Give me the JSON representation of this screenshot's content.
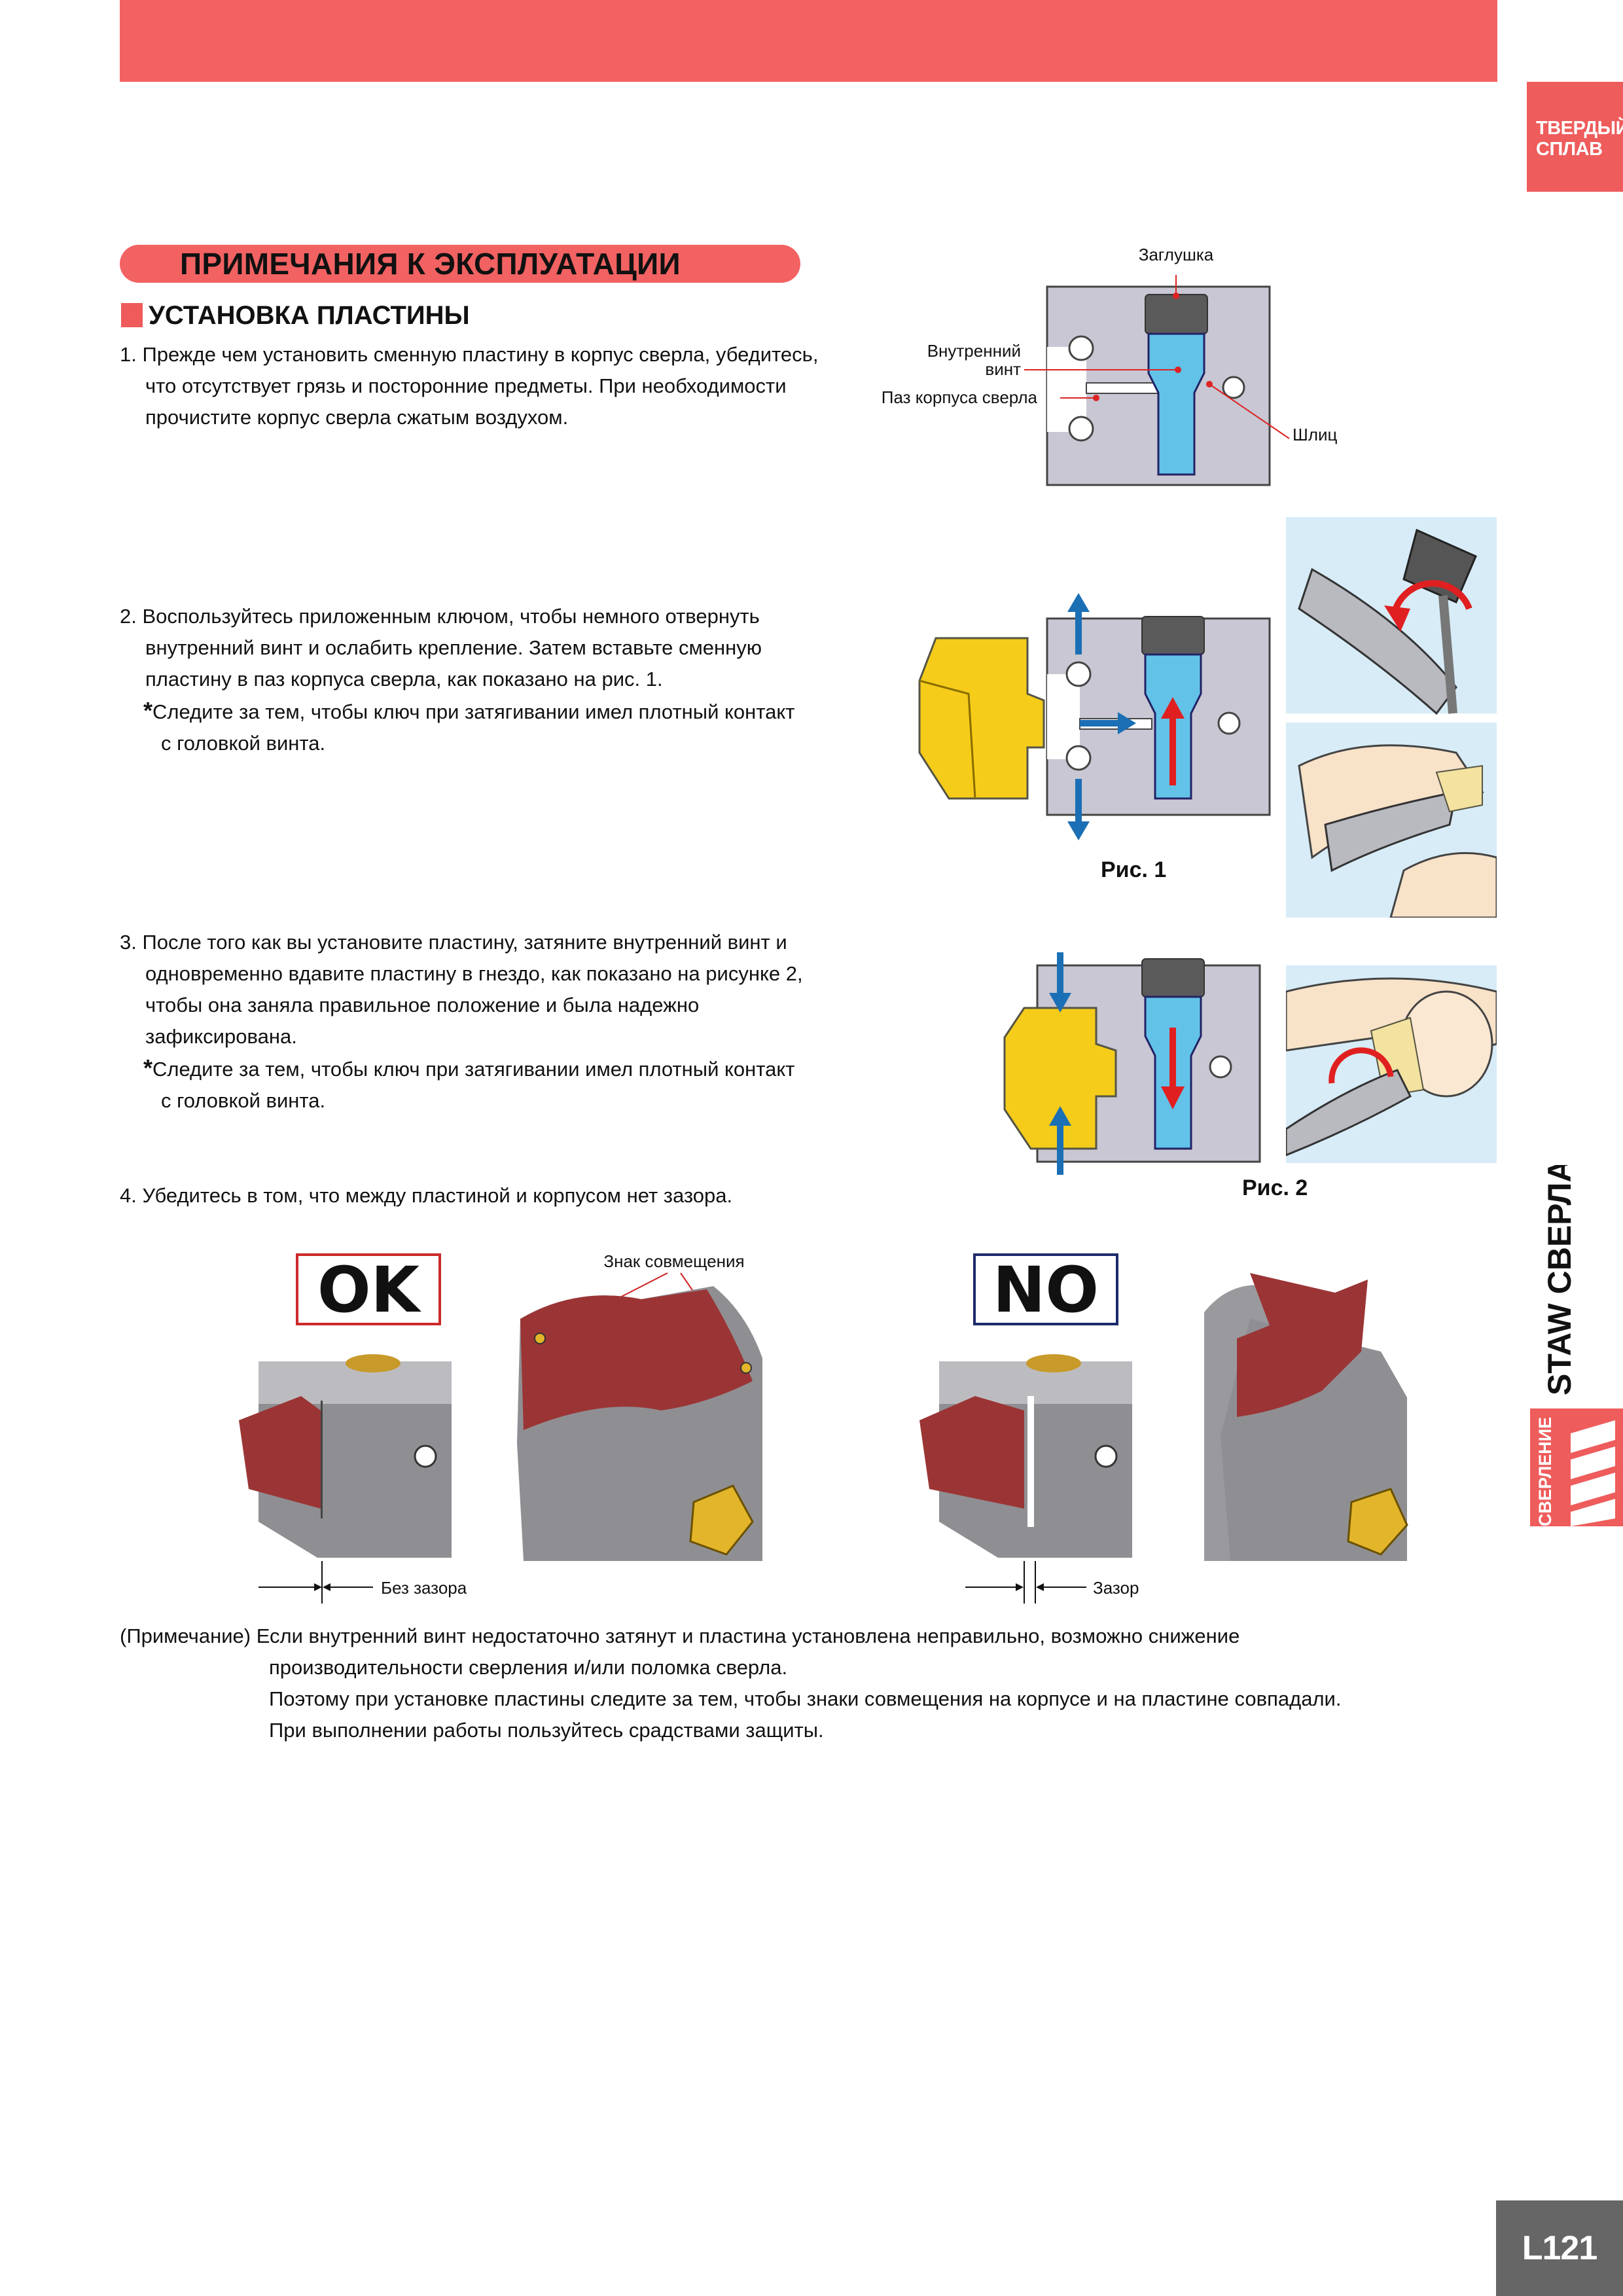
{
  "side_tab": {
    "line1": "ТВЕРДЫЙ",
    "line2": "СПЛАВ"
  },
  "section_title": "ПРИМЕЧАНИЯ К ЭКСПЛУАТАЦИИ",
  "subsection_title": "УСТАНОВКА ПЛАСТИНЫ",
  "steps": {
    "s1": [
      "1. Прежде чем установить сменную пластину в корпус сверла, убедитесь,",
      "что отсутствует грязь и посторонние предметы. При необходимости",
      "прочистите корпус сверла сжатым воздухом."
    ],
    "s2": [
      "2. Воспользуйтесь приложенным ключом, чтобы немного отвернуть",
      "внутренний винт и ослабить крепление. Затем вставьте сменную",
      "пластину в паз корпуса сверла, как показано на рис. 1."
    ],
    "s2_note": [
      "Следите за тем, чтобы ключ при затягивании имел плотный контакт",
      "с головкой винта."
    ],
    "s3": [
      "3. После того как вы установите пластину, затяните внутренний винт и",
      "одновременно вдавите пластину в гнездо, как показано на рисунке 2,",
      "чтобы она заняла правильное положение и была надежно",
      "зафиксирована."
    ],
    "s3_note": [
      "Следите за тем, чтобы ключ при затягивании имел плотный контакт",
      "с головкой винта."
    ],
    "s4": "4. Убедитесь в том, что между пластиной и корпусом нет зазора.",
    "asterisk": "*"
  },
  "diagram_labels": {
    "plug": "Заглушка",
    "inner_screw_1": "Внутренний",
    "inner_screw_2": "винт",
    "slot": "Паз корпуса сверла",
    "slit": "Шлиц",
    "fig1": "Рис. 1",
    "fig2": "Рис. 2",
    "ok": "OK",
    "no": "NO",
    "alignment_mark": "Знак совмещения",
    "no_gap": "Без зазора",
    "gap": "Зазор"
  },
  "note": {
    "line1": "(Примечание) Если внутренний винт недостаточно затянут и пластина установлена неправильно, возможно снижение",
    "line2": "производительности сверления и/или поломка сверла.",
    "line3": "Поэтому при установке пластины следите за тем, чтобы знаки совмещения на корпусе и на пластине совпадали.",
    "line4": "При выполнении работы пользуйтесь срадствами защиты."
  },
  "side_vertical": {
    "main": "STAW СВЕРЛА",
    "sub": "СВЕРЛЕНИЕ"
  },
  "page_number": "L121",
  "colors": {
    "accent": "#f26262",
    "screw_blue": "#62c2e8",
    "insert_yellow": "#f5cc1a",
    "body_gray": "#c8c7d3",
    "arrow_blue": "#1b6fb5",
    "arrow_red": "#e02020",
    "insert_red": "#9b3535"
  }
}
